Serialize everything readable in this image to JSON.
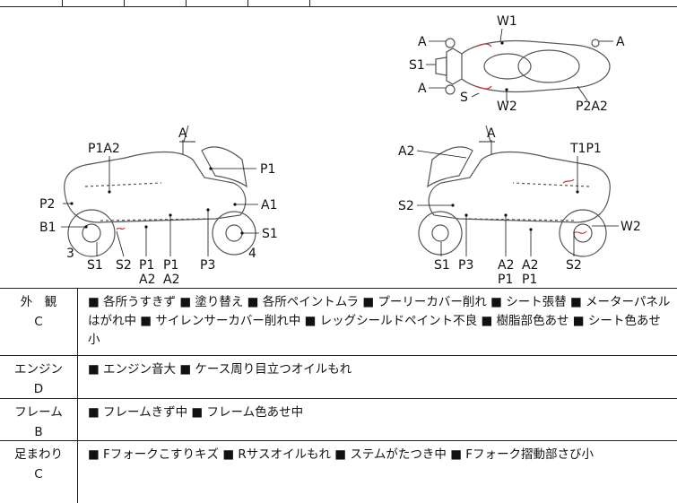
{
  "diagram": {
    "top_labels": {
      "W1": "W1",
      "A_left_1": "A",
      "A_right": "A",
      "S1": "S1",
      "A_left_2": "A",
      "S": "S",
      "W2": "W2",
      "P2A2": "P2A2"
    },
    "left_labels": {
      "A": "A",
      "P1A2": "P1A2",
      "P1": "P1",
      "P2": "P2",
      "A1": "A1",
      "B1": "B1",
      "S1_right": "S1",
      "n3": "3",
      "n4": "4",
      "b_S1": "S1",
      "b_S2": "S2",
      "b_P1a": "P1",
      "b_A2a": "A2",
      "b_P1b": "P1",
      "b_A2b": "A2",
      "b_P3": "P3"
    },
    "right_labels": {
      "A": "A",
      "A2": "A2",
      "T1P1": "T1P1",
      "S2": "S2",
      "W2": "W2",
      "b_S1": "S1",
      "b_P3": "P3",
      "b_A2a": "A2",
      "b_P1a": "P1",
      "b_A2b": "A2",
      "b_P1b": "P1",
      "b_S2": "S2"
    }
  },
  "rows": [
    {
      "name": "外　観",
      "grade": "C",
      "text": "■ 各所うすきず ■ 塗り替え ■ 各所ペイントムラ ■ プーリーカバー削れ ■ シート張替 ■ メーターパネルはがれ中 ■ サイレンサーカバー削れ中 ■ レッグシールドペイント不良 ■ 樹脂部色あせ ■ シート色あせ小"
    },
    {
      "name": "エンジン",
      "grade": "D",
      "text": "■ エンジン音大 ■ ケース周り目立つオイルもれ"
    },
    {
      "name": "フレーム",
      "grade": "B",
      "text": "■ フレームきず中 ■ フレーム色あせ中"
    },
    {
      "name": "足まわり",
      "grade": "C",
      "text": "■ Fフォークこすりキズ ■ Rサスオイルもれ ■ ステムがたつき中 ■ Fフォーク摺動部さび小"
    }
  ]
}
